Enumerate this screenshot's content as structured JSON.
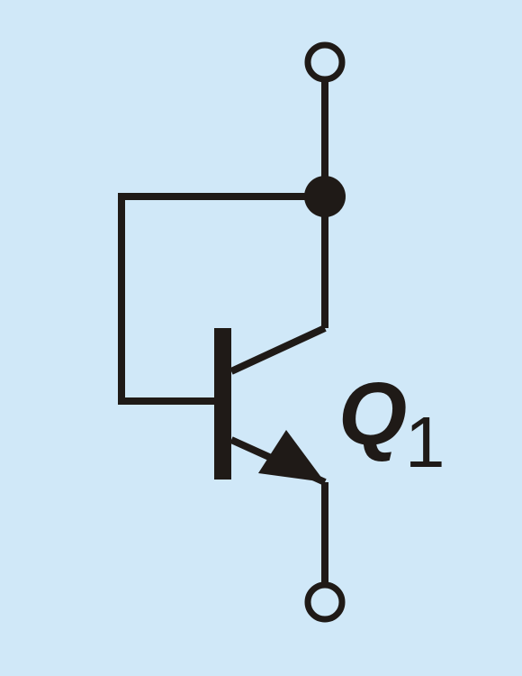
{
  "colors": {
    "background": "#d0e8f8",
    "ink": "#1f1a17"
  },
  "component": {
    "type": "npn-transistor",
    "connection": "diode-connected",
    "label_letter": "Q",
    "label_subscript": "1"
  }
}
